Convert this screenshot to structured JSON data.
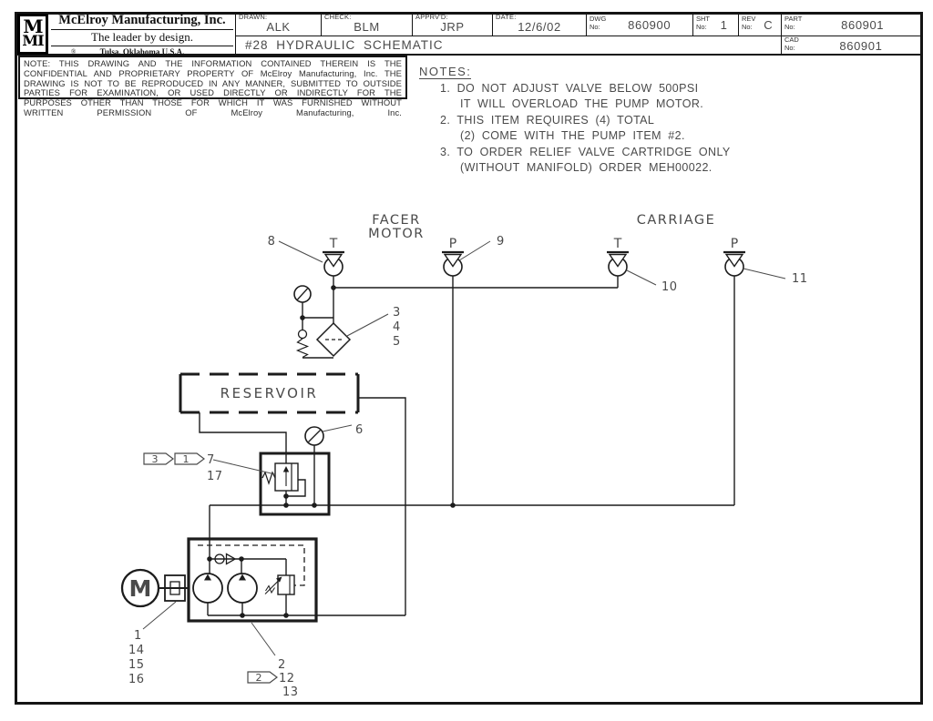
{
  "title_block": {
    "logo_line1": "M",
    "logo_line2": "MI",
    "company": "McElroy Manufacturing, Inc.",
    "tagline": "The leader by design.",
    "location": "Tulsa, Oklahoma U.S.A.",
    "registered_mark": "®",
    "drawing_title": "#28 HYDRAULIC SCHEMATIC",
    "fields": {
      "drawn_label": "DRAWN:",
      "drawn": "ALK",
      "check_label": "CHECK:",
      "check": "BLM",
      "apprvd_label": "APPRV'D:",
      "apprvd": "JRP",
      "date_label": "DATE:",
      "date": "12/6/02",
      "dwg_label": "DWG",
      "sht_label": "SHT",
      "rev_label": "REV",
      "part_label": "PART",
      "cad_label": "CAD",
      "no_label": "No:",
      "dwg_no": "860900",
      "sht_no": "1",
      "rev_no": "C",
      "part_no": "860901",
      "cad_no": "860901"
    }
  },
  "proprietary_note": "NOTE: THIS DRAWING AND THE INFORMATION CONTAINED THEREIN IS THE CONFIDENTIAL AND PROPRIETARY PROPERTY OF McElroy Manufacturing, Inc. THE DRAWING IS NOT TO BE REPRODUCED IN ANY MANNER, SUBMITTED TO OUTSIDE PARTIES FOR EXAMINATION, OR USED DIRECTLY OR INDIRECTLY FOR THE PURPOSES OTHER THAN THOSE FOR WHICH IT WAS FURNISHED WITHOUT WRITTEN PERMISSION OF McElroy Manufacturing, Inc.",
  "notes": {
    "heading": "NOTES:",
    "items": [
      {
        "line1": "1. DO NOT ADJUST VALVE BELOW 500PSI",
        "line2": "IT WILL OVERLOAD THE PUMP MOTOR."
      },
      {
        "line1": "2. THIS ITEM REQUIRES (4) TOTAL",
        "line2": "(2) COME WITH THE PUMP ITEM #2."
      },
      {
        "line1": "3. TO ORDER RELIEF VALVE CARTRIDGE ONLY",
        "line2": "(WITHOUT MANIFOLD) ORDER MEH00022."
      }
    ]
  },
  "schematic": {
    "labels": {
      "facer_motor_line1": "FACER",
      "facer_motor_line2": "MOTOR",
      "carriage": "CARRIAGE",
      "reservoir": "RESERVOIR",
      "motor": "M",
      "facer_t": "T",
      "facer_p": "P",
      "carriage_t": "T",
      "carriage_p": "P"
    },
    "callouts": {
      "c1": "1",
      "c2": "2",
      "c3": "3",
      "c4": "4",
      "c5": "5",
      "c6": "6",
      "c7": "7",
      "c8": "8",
      "c9": "9",
      "c10": "10",
      "c11": "11",
      "c12": "12",
      "c13": "13",
      "c14": "14",
      "c15": "15",
      "c16": "16",
      "c17": "17",
      "flag3": "3",
      "flag1": "1",
      "flag2": "2"
    },
    "colors": {
      "line": "#1c1c1c",
      "text": "#4a4a4a",
      "paper": "#ffffff"
    }
  }
}
